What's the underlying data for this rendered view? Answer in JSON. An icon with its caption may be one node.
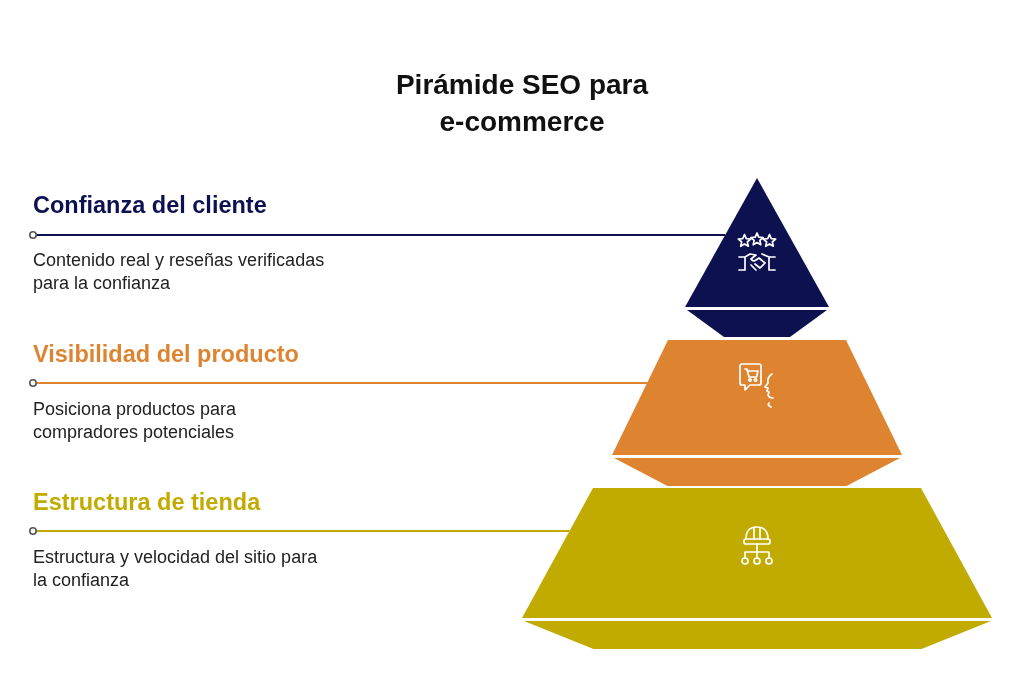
{
  "diagram": {
    "title": "Pirámide SEO para e-commerce",
    "nodes": [
      {
        "text": [
          "Confianza del cliente",
          "Contenido real y reseñas verificadas para la confianza"
        ]
      },
      {
        "text": [],
        "shape": "triangle"
      },
      {
        "text": [],
        "shape": "trapezoid"
      },
      {
        "text": [
          "Visibilidad del producto",
          "Posiciona productos para compradores potenciales"
        ]
      },
      {
        "text": [],
        "shape": "trapezoid"
      },
      {
        "text": [],
        "shape": "trapezoid"
      },
      {
        "text": [
          "Estructura de tienda",
          "Estructura y velocidad del sitio para la confianza"
        ]
      },
      {
        "text": [],
        "shape": "trapezoid"
      },
      {
        "text": [],
        "shape": "trapezoid"
      }
    ],
    "edges": [
      {
        "from": 0,
        "to": 1,
        "arrow": "other",
        "color": "#0d1150"
      },
      {
        "from": 3,
        "to": 4,
        "arrow": "other",
        "color": "#de8431"
      },
      {
        "from": 6,
        "to": 7,
        "arrow": "other",
        "color": "#c2ab00"
      }
    ]
  }
}
